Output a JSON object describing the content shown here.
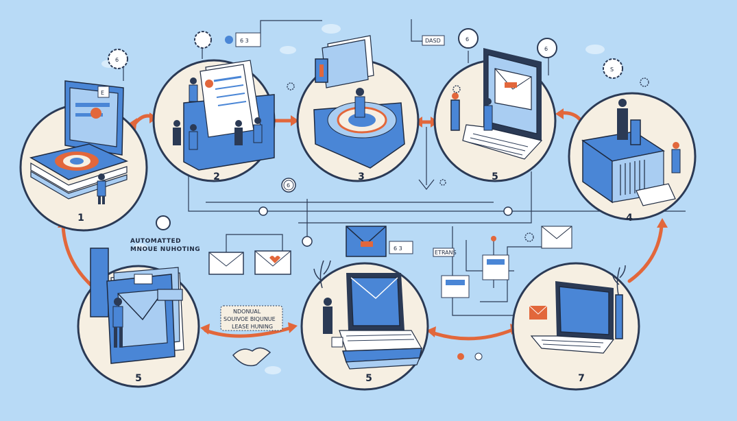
{
  "steps": [
    {
      "id": "1",
      "label": "1"
    },
    {
      "id": "2",
      "label": "2"
    },
    {
      "id": "3",
      "label": "3"
    },
    {
      "id": "5a",
      "label": "5"
    },
    {
      "id": "4",
      "label": "4"
    },
    {
      "id": "5b",
      "label": "5"
    },
    {
      "id": "5c",
      "label": "5"
    },
    {
      "id": "7",
      "label": "7"
    }
  ],
  "badges": {
    "b1": "6",
    "b2": "6 3",
    "b3": "6",
    "b4": "6",
    "b5": "S",
    "b6": "6",
    "b7": "6 3",
    "b8": "E"
  },
  "texts": {
    "dasd": "DASD",
    "automated_line1": "AUTOMATTED",
    "automated_line2": "MNOUE NUHOTING",
    "nurture_line1": "NDONUAL",
    "nurture_line2": "SOUIVOE BIQUNUE",
    "nurture_line3": "LEASE HUNING",
    "etrans": "ETRANS",
    "small_e": "E"
  },
  "colors": {
    "background": "#b8daf6",
    "circle_fill": "#f6efe2",
    "outline": "#2b3a55",
    "accent": "#e2673b",
    "primary_blue": "#4a86d6"
  },
  "icons": [
    "envelope-icon",
    "gear-icon",
    "laptop-icon",
    "handshake-icon",
    "cloud-icon",
    "heart-envelope-icon"
  ]
}
